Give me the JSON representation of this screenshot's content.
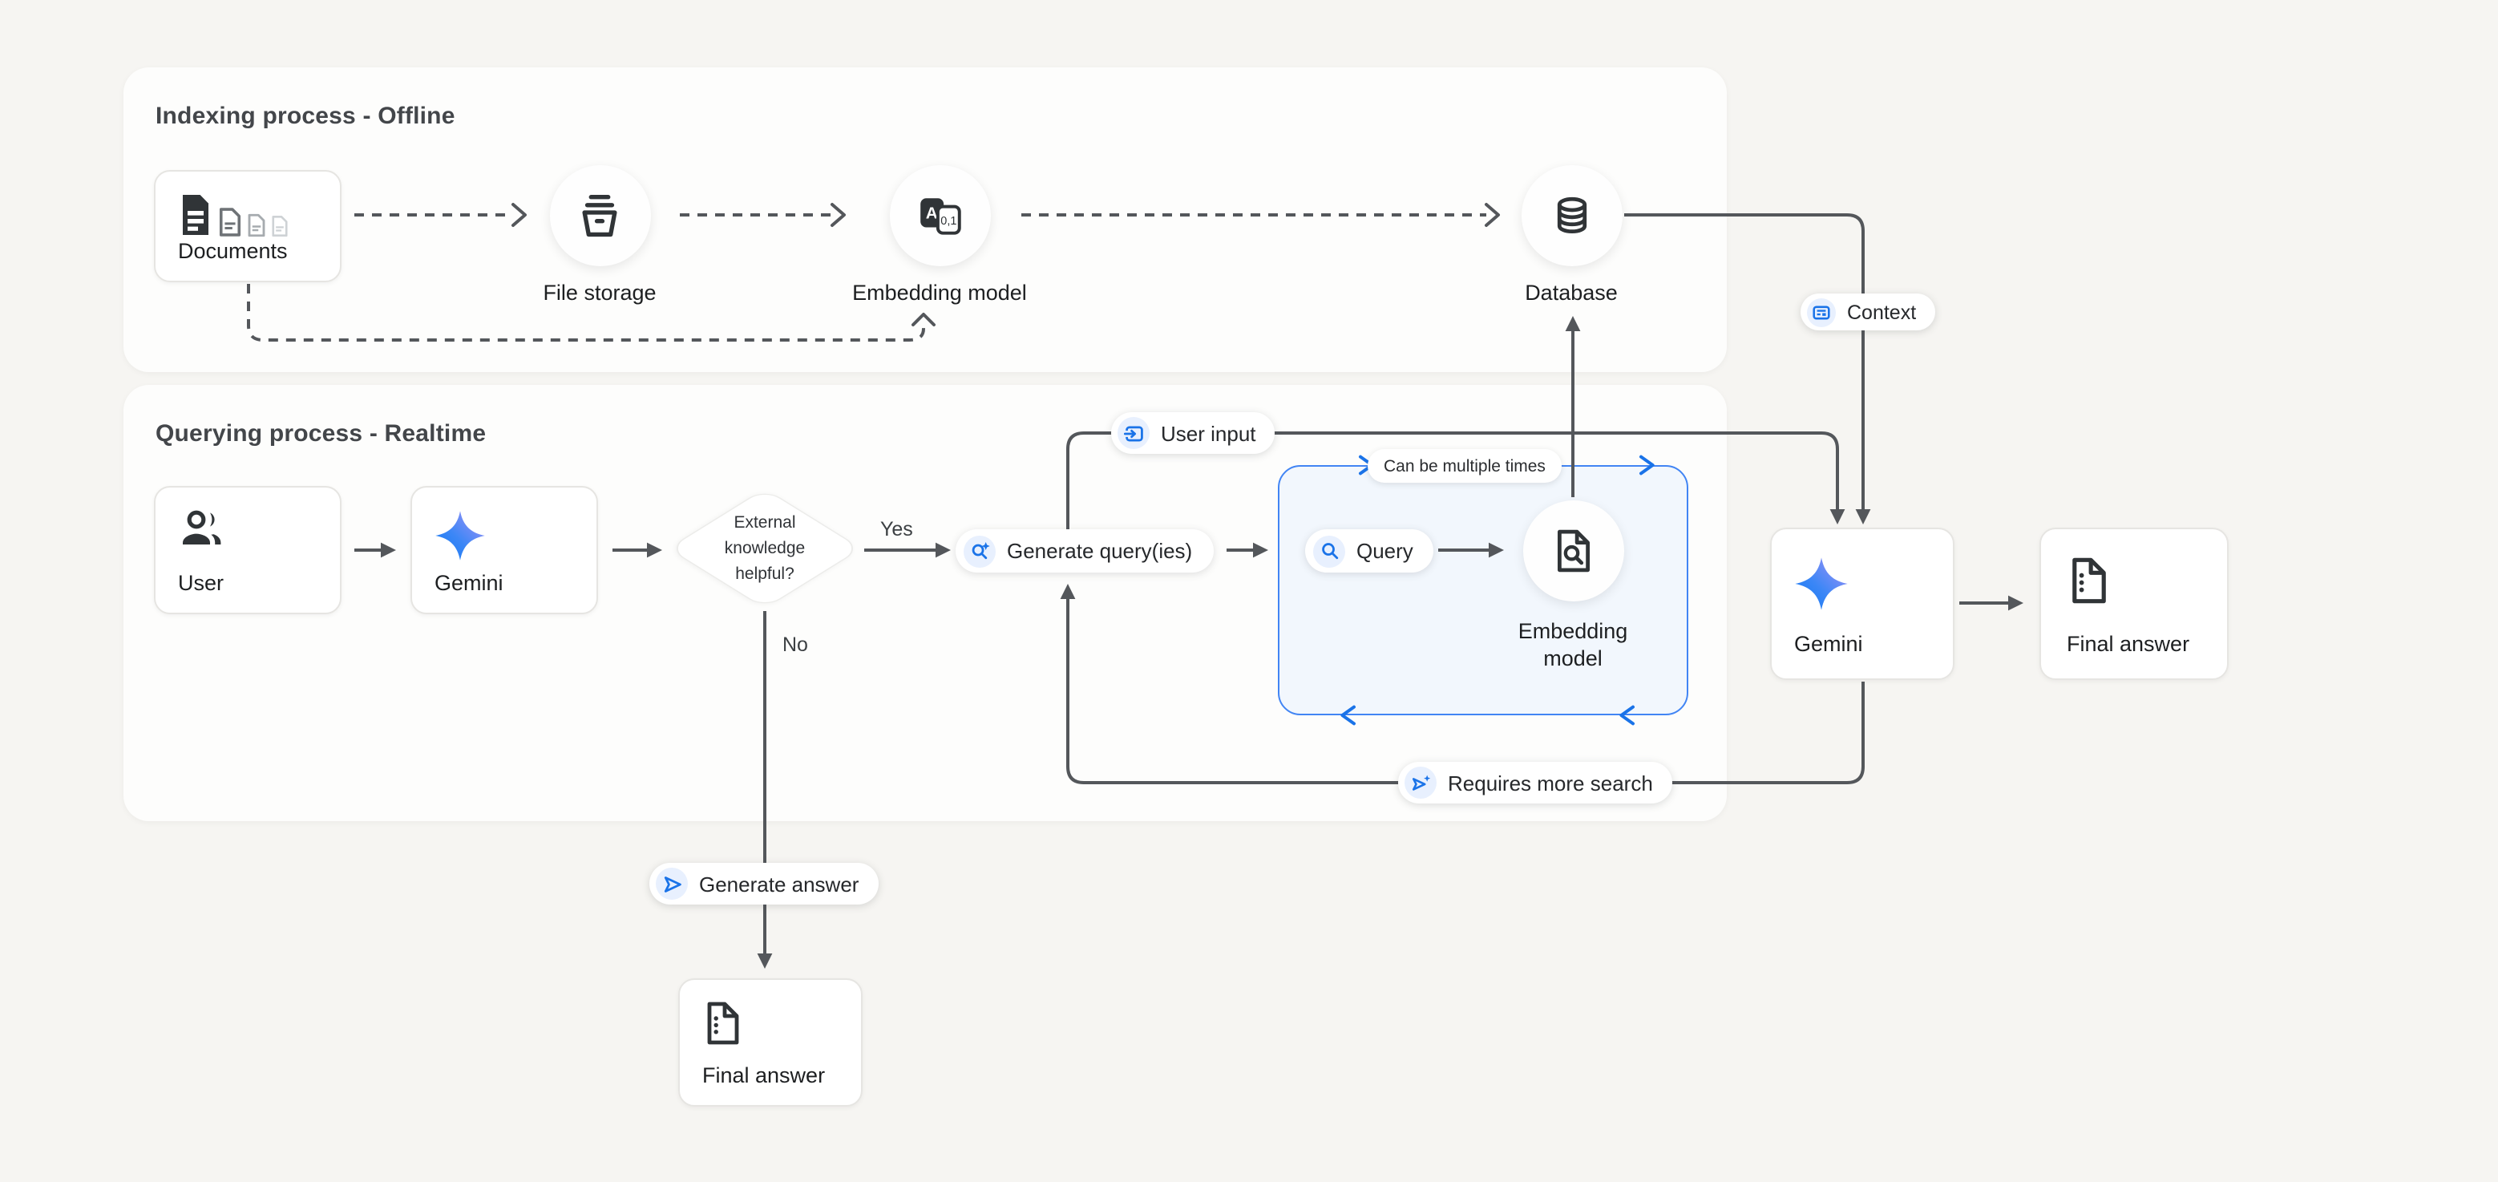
{
  "panels": {
    "indexing": {
      "title": "Indexing process - Offline"
    },
    "querying": {
      "title": "Querying process - Realtime"
    }
  },
  "nodes": {
    "documents": {
      "label": "Documents"
    },
    "file_storage": {
      "label": "File storage"
    },
    "embedding_offline": {
      "label": "Embedding model"
    },
    "database": {
      "label": "Database"
    },
    "user": {
      "label": "User"
    },
    "gemini_query": {
      "label": "Gemini"
    },
    "decision": {
      "line1": "External",
      "line2": "knowledge",
      "line3": "helpful?"
    },
    "generate_queries": {
      "label": "Generate query(ies)"
    },
    "query": {
      "label": "Query"
    },
    "embedding_realtime": {
      "line1": "Embedding",
      "line2": "model"
    },
    "gemini_answer": {
      "label": "Gemini"
    },
    "final_answer_right": {
      "label": "Final answer"
    },
    "final_answer_bottom": {
      "label": "Final answer"
    }
  },
  "badges": {
    "context": {
      "label": "Context"
    },
    "user_input": {
      "label": "User input"
    },
    "can_be_multiple_times": {
      "label": "Can be multiple times"
    },
    "requires_more_search": {
      "label": "Requires more search"
    },
    "generate_answer": {
      "label": "Generate answer"
    }
  },
  "edge_labels": {
    "yes": "Yes",
    "no": "No"
  },
  "colors": {
    "canvas_bg": "#f6f5f2",
    "accent_blue": "#4285f4",
    "icon_blue": "#1a73e8",
    "icon_blue_bg": "#e8f0fe",
    "line": "#54575b",
    "gemini_gradient_start": "#0f77f2",
    "gemini_gradient_end": "#ab93f5"
  }
}
